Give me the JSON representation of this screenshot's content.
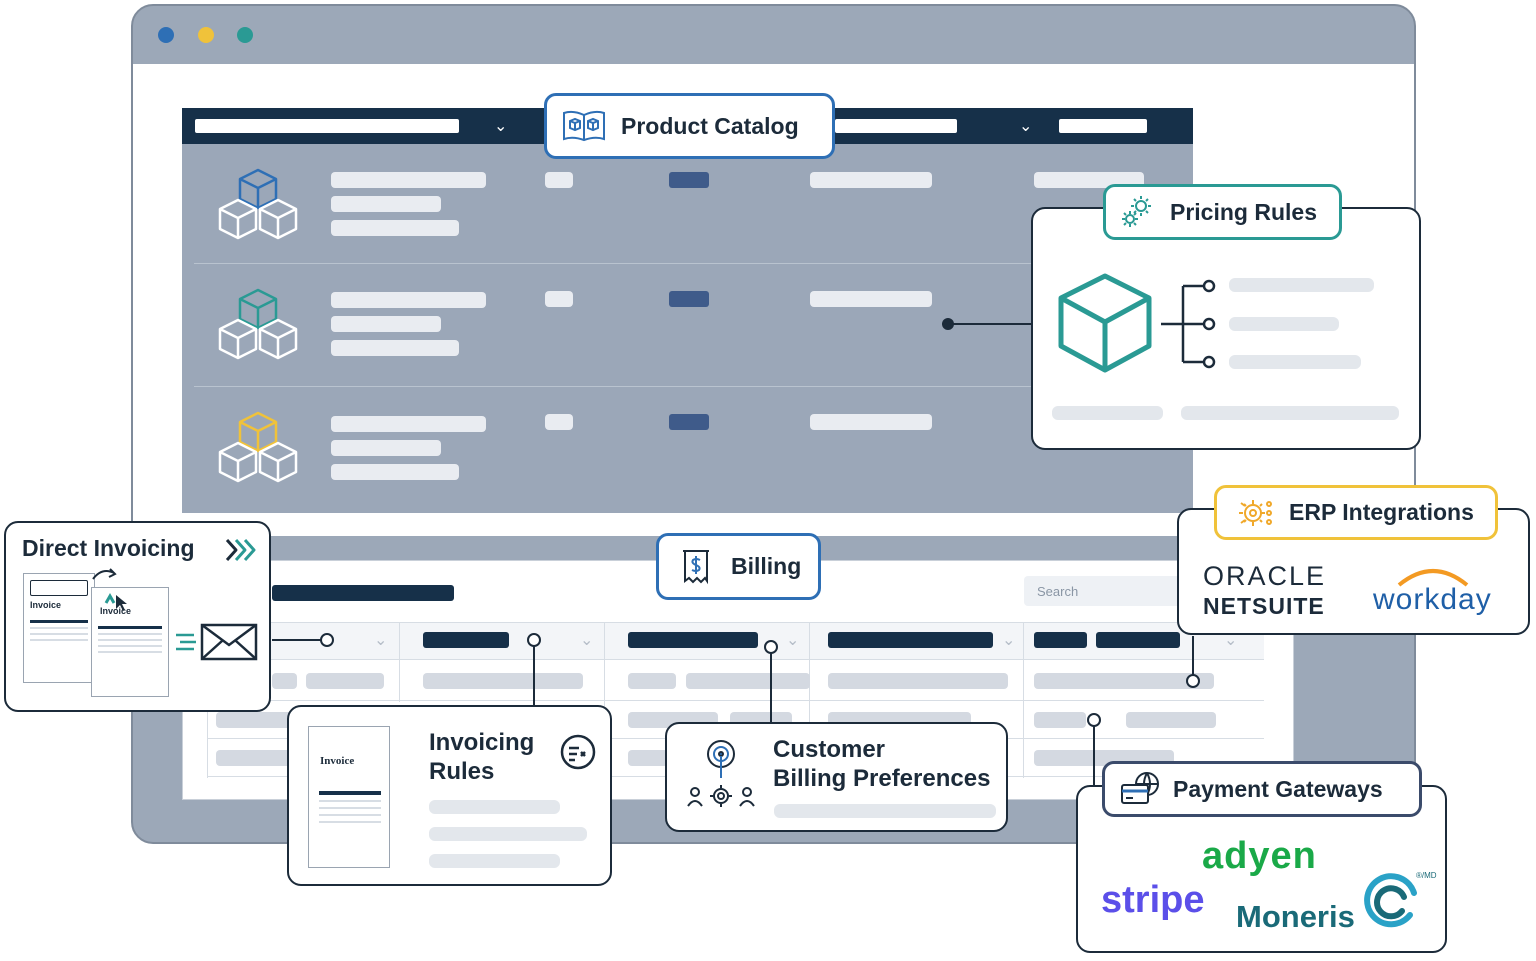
{
  "window": {
    "dot_colors": [
      "#2e6fb5",
      "#f0c23a",
      "#2a9a94"
    ]
  },
  "product_catalog": {
    "label": "Product Catalog"
  },
  "pricing_rules": {
    "label": "Pricing Rules"
  },
  "erp": {
    "label": "ERP Integrations",
    "oracle": "ORACLE",
    "netsuite": "NETSUITE",
    "workday": "workday"
  },
  "billing": {
    "label": "Billing",
    "search_placeholder": "Search"
  },
  "direct_invoicing": {
    "label": "Direct Invoicing",
    "doc_label_1": "Invoice",
    "doc_label_2": "Invoice"
  },
  "invoicing_rules": {
    "label_line1": "Invoicing",
    "label_line2": "Rules",
    "doc_label": "Invoice"
  },
  "customer_billing": {
    "label_line1": "Customer",
    "label_line2": "Billing Preferences"
  },
  "payment_gateways": {
    "label": "Payment Gateways",
    "adyen": "adyen",
    "stripe": "stripe",
    "moneris": "Moneris",
    "moneris_mark": "®/MD"
  },
  "icons": [
    "book-cube-icon",
    "gear-icon",
    "ai-chip-icon",
    "receipt-dollar-icon",
    "chevrons-right-icon",
    "envelope-icon",
    "checklist-icon",
    "target-people-icon",
    "credit-card-globe-icon",
    "cubes-icon"
  ]
}
